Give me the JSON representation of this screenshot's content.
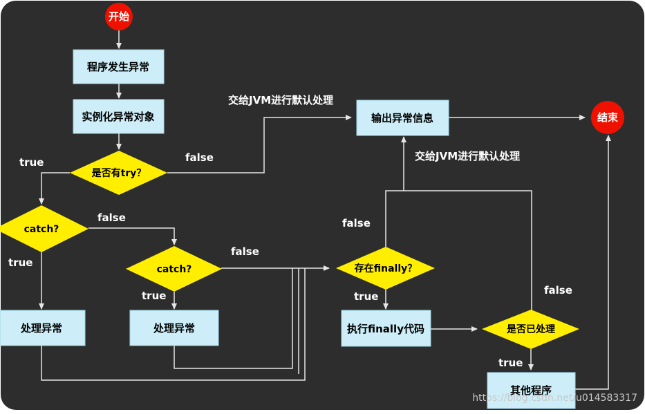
{
  "diagram": {
    "nodes": {
      "start": "开始",
      "end": "结束",
      "exception": "程序发生异常",
      "instantiate": "实例化异常对象",
      "has_try": "是否有try？",
      "catch_left": "catch?",
      "catch_mid": "catch?",
      "handle_left": "处理异常",
      "handle_mid": "处理异常",
      "output": "输出异常信息",
      "finally_exists": "存在finally？",
      "exec_finally": "执行finally代码",
      "handled": "是否已处理",
      "other": "其他程序"
    },
    "labels": {
      "jvm_top": "交给JVM进行默认处理",
      "jvm_right": "交给JVM进行默认处理",
      "false_try": "false",
      "true_try": "true",
      "false_catch_left": "false",
      "true_catch_left": "true",
      "false_catch_mid": "false",
      "true_catch_mid": "true",
      "false_finally": "false",
      "true_finally": "true",
      "false_handled": "false",
      "true_handled": "true"
    },
    "watermark": "https://blog.csdn.net/u014583317",
    "colors": {
      "background": "#2d2d2d",
      "box": "#cdeef8",
      "diamond": "#ffee00",
      "circle": "#ee1100",
      "line": "#e6e6e6"
    }
  }
}
